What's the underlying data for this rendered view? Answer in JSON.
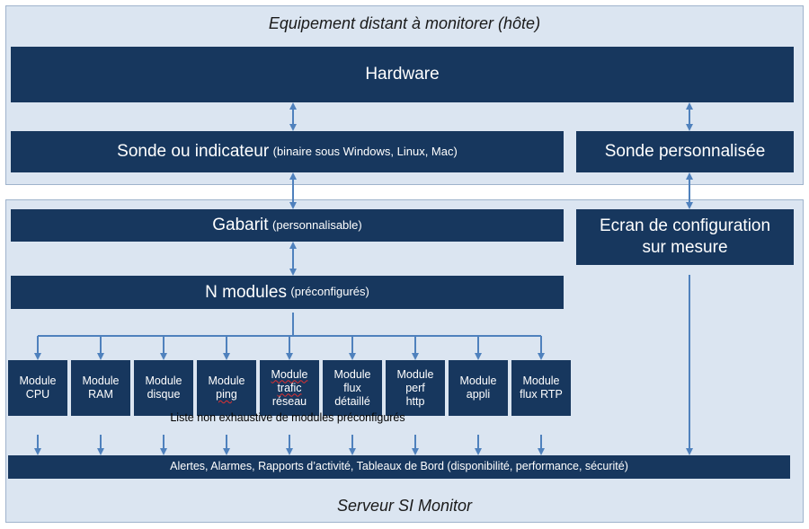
{
  "host": {
    "title": "Equipement distant à monitorer (hôte)",
    "hardware": "Hardware",
    "sonde_main": "Sonde ou indicateur",
    "sonde_note": "(binaire sous Windows, Linux, Mac)",
    "sonde_custom": "Sonde personnalisée"
  },
  "server": {
    "title": "Serveur SI Monitor",
    "gabarit_main": "Gabarit",
    "gabarit_note": "(personnalisable)",
    "modules_main": "N modules",
    "modules_note": "(préconfigurés)",
    "config_line1": "Ecran de configuration",
    "config_line2": "sur mesure",
    "modules": [
      {
        "l1": "Module",
        "l2": "CPU",
        "l3": ""
      },
      {
        "l1": "Module",
        "l2": "RAM",
        "l3": ""
      },
      {
        "l1": "Module",
        "l2": "disque",
        "l3": ""
      },
      {
        "l1": "Module",
        "l2": "ping",
        "l3": ""
      },
      {
        "l1": "Module",
        "l2": "trafic",
        "l3": "réseau"
      },
      {
        "l1": "Module",
        "l2": "flux",
        "l3": "détaillé"
      },
      {
        "l1": "Module",
        "l2": "perf",
        "l3": "http"
      },
      {
        "l1": "Module",
        "l2": "appli",
        "l3": ""
      },
      {
        "l1": "Module",
        "l2": "flux RTP",
        "l3": ""
      }
    ],
    "modules_caption": "Liste non exhaustive de modules préconfigurés",
    "output": "Alertes, Alarmes, Rapports d’activité, Tableaux de Bord (disponibilité, performance, sécurité)"
  },
  "colors": {
    "box": "#17375e",
    "panel": "#dbe5f1",
    "arrow": "#4f81bd"
  }
}
